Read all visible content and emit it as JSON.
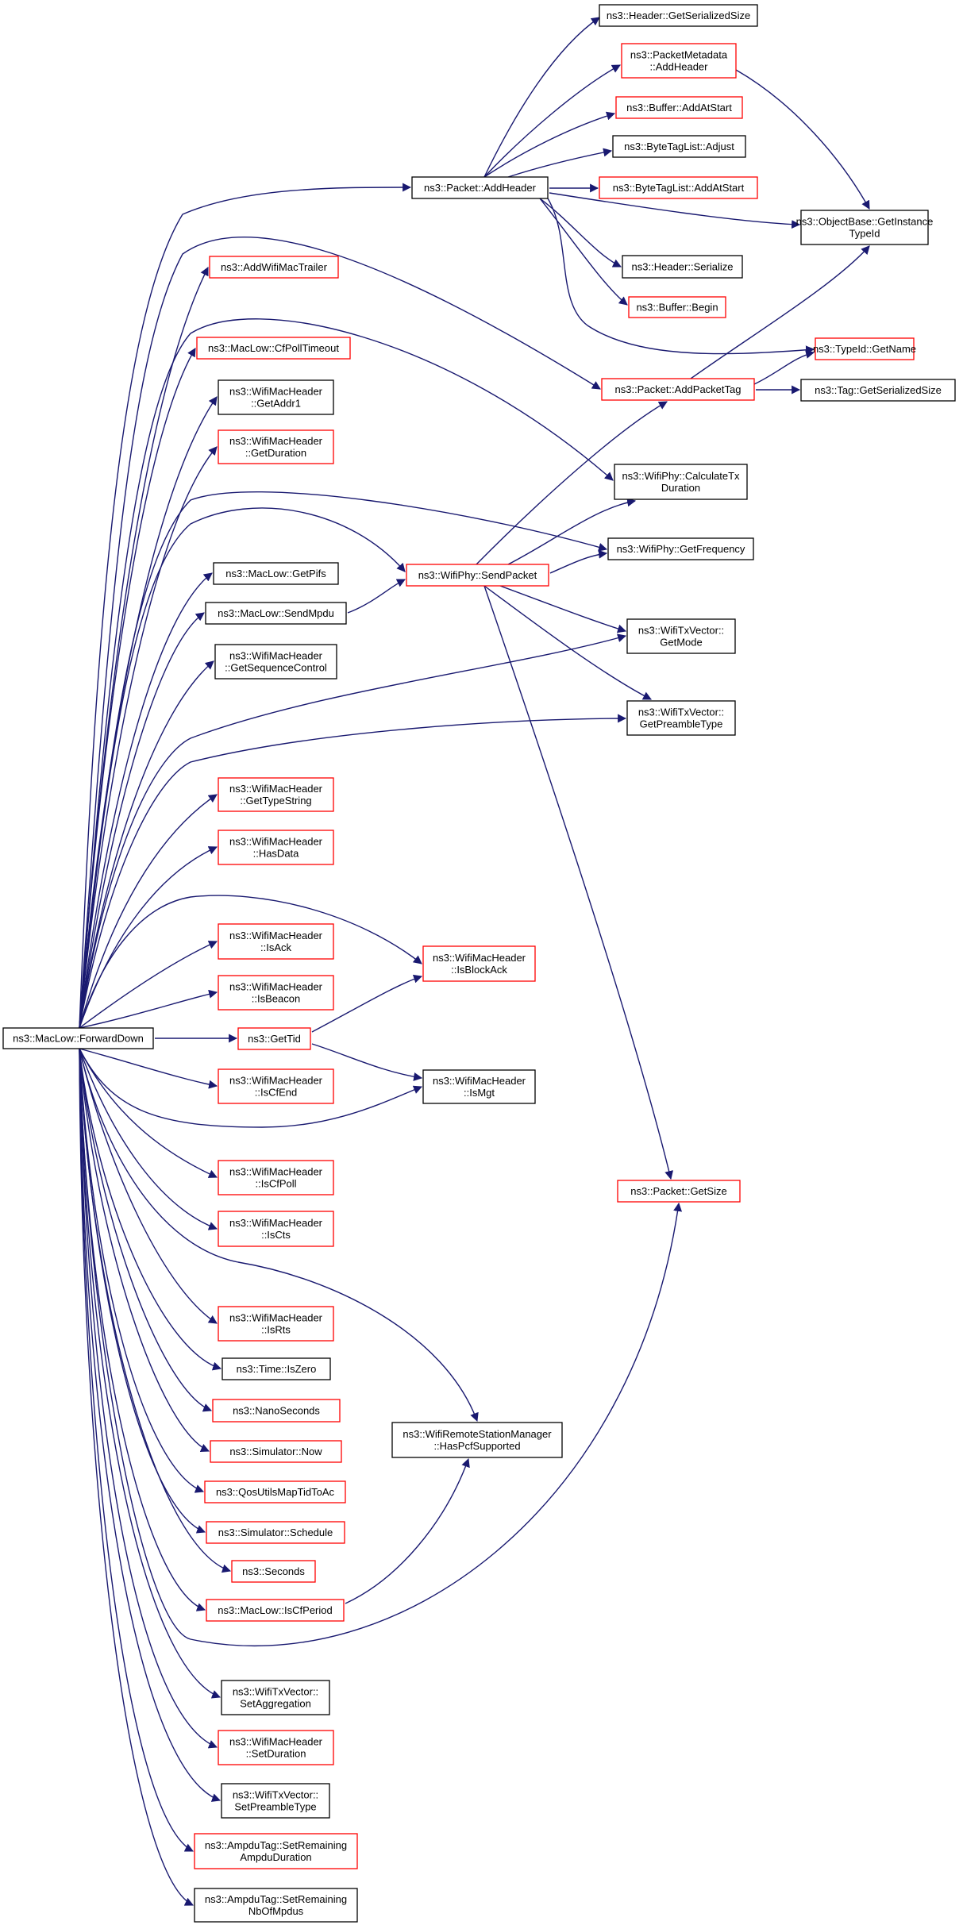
{
  "colors": {
    "edge": "#191970",
    "border_black": "#000000",
    "border_red": "#ff0000",
    "root_fill": "#bfbfbf",
    "background": "#ffffff"
  },
  "nodes": [
    {
      "id": "forwarddown",
      "lines": [
        "ns3::MacLow::ForwardDown"
      ],
      "border": "black",
      "root": true
    },
    {
      "id": "header_getserializedsize",
      "lines": [
        "ns3::Header::GetSerializedSize"
      ],
      "border": "black"
    },
    {
      "id": "packetmetadata_addheader",
      "lines": [
        "ns3::PacketMetadata",
        "::AddHeader"
      ],
      "border": "red"
    },
    {
      "id": "buffer_addatstart",
      "lines": [
        "ns3::Buffer::AddAtStart"
      ],
      "border": "red"
    },
    {
      "id": "bytetaglist_adjust",
      "lines": [
        "ns3::ByteTagList::Adjust"
      ],
      "border": "black"
    },
    {
      "id": "packet_addheader",
      "lines": [
        "ns3::Packet::AddHeader"
      ],
      "border": "black"
    },
    {
      "id": "bytetaglist_addatstart",
      "lines": [
        "ns3::ByteTagList::AddAtStart"
      ],
      "border": "red"
    },
    {
      "id": "objectbase_getinstancetypeid",
      "lines": [
        "ns3::ObjectBase::GetInstance",
        "TypeId"
      ],
      "border": "black"
    },
    {
      "id": "addwifimactrailer",
      "lines": [
        "ns3::AddWifiMacTrailer"
      ],
      "border": "red"
    },
    {
      "id": "header_serialize",
      "lines": [
        "ns3::Header::Serialize"
      ],
      "border": "black"
    },
    {
      "id": "buffer_begin",
      "lines": [
        "ns3::Buffer::Begin"
      ],
      "border": "red"
    },
    {
      "id": "maclow_cfpolltimeout",
      "lines": [
        "ns3::MacLow::CfPollTimeout"
      ],
      "border": "red"
    },
    {
      "id": "typeid_getname",
      "lines": [
        "ns3::TypeId::GetName"
      ],
      "border": "red"
    },
    {
      "id": "packet_addpackettag",
      "lines": [
        "ns3::Packet::AddPacketTag"
      ],
      "border": "red"
    },
    {
      "id": "tag_getserializedsize",
      "lines": [
        "ns3::Tag::GetSerializedSize"
      ],
      "border": "black"
    },
    {
      "id": "wifimacheader_getaddr1",
      "lines": [
        "ns3::WifiMacHeader",
        "::GetAddr1"
      ],
      "border": "black"
    },
    {
      "id": "wifimacheader_getduration",
      "lines": [
        "ns3::WifiMacHeader",
        "::GetDuration"
      ],
      "border": "red"
    },
    {
      "id": "wifiphy_calculatetxduration",
      "lines": [
        "ns3::WifiPhy::CalculateTx",
        "Duration"
      ],
      "border": "black"
    },
    {
      "id": "wifiphy_getfrequency",
      "lines": [
        "ns3::WifiPhy::GetFrequency"
      ],
      "border": "black"
    },
    {
      "id": "maclow_getpifs",
      "lines": [
        "ns3::MacLow::GetPifs"
      ],
      "border": "black"
    },
    {
      "id": "wifiphy_sendpacket",
      "lines": [
        "ns3::WifiPhy::SendPacket"
      ],
      "border": "red"
    },
    {
      "id": "maclow_sendmpdu",
      "lines": [
        "ns3::MacLow::SendMpdu"
      ],
      "border": "black"
    },
    {
      "id": "wifitxvector_getmode",
      "lines": [
        "ns3::WifiTxVector::",
        "GetMode"
      ],
      "border": "black"
    },
    {
      "id": "wifimacheader_getsequencecontrol",
      "lines": [
        "ns3::WifiMacHeader",
        "::GetSequenceControl"
      ],
      "border": "black"
    },
    {
      "id": "wifitxvector_getpreambletype",
      "lines": [
        "ns3::WifiTxVector::",
        "GetPreambleType"
      ],
      "border": "black"
    },
    {
      "id": "wifimacheader_gettypestring",
      "lines": [
        "ns3::WifiMacHeader",
        "::GetTypeString"
      ],
      "border": "red"
    },
    {
      "id": "wifimacheader_hasdata",
      "lines": [
        "ns3::WifiMacHeader",
        "::HasData"
      ],
      "border": "red"
    },
    {
      "id": "wifimacheader_isack",
      "lines": [
        "ns3::WifiMacHeader",
        "::IsAck"
      ],
      "border": "red"
    },
    {
      "id": "wifimacheader_isblockack",
      "lines": [
        "ns3::WifiMacHeader",
        "::IsBlockAck"
      ],
      "border": "red"
    },
    {
      "id": "wifimacheader_isbeacon",
      "lines": [
        "ns3::WifiMacHeader",
        "::IsBeacon"
      ],
      "border": "red"
    },
    {
      "id": "gettid",
      "lines": [
        "ns3::GetTid"
      ],
      "border": "red"
    },
    {
      "id": "wifimacheader_iscfend",
      "lines": [
        "ns3::WifiMacHeader",
        "::IsCfEnd"
      ],
      "border": "red"
    },
    {
      "id": "wifimacheader_ismgt",
      "lines": [
        "ns3::WifiMacHeader",
        "::IsMgt"
      ],
      "border": "black"
    },
    {
      "id": "wifimacheader_iscfpoll",
      "lines": [
        "ns3::WifiMacHeader",
        "::IsCfPoll"
      ],
      "border": "red"
    },
    {
      "id": "packet_getsize",
      "lines": [
        "ns3::Packet::GetSize"
      ],
      "border": "red"
    },
    {
      "id": "wifimacheader_iscts",
      "lines": [
        "ns3::WifiMacHeader",
        "::IsCts"
      ],
      "border": "red"
    },
    {
      "id": "wifimacheader_isrts",
      "lines": [
        "ns3::WifiMacHeader",
        "::IsRts"
      ],
      "border": "red"
    },
    {
      "id": "time_iszero",
      "lines": [
        "ns3::Time::IsZero"
      ],
      "border": "black"
    },
    {
      "id": "nanoseconds",
      "lines": [
        "ns3::NanoSeconds"
      ],
      "border": "red"
    },
    {
      "id": "wifiremotestationmanager_haspcfsupported",
      "lines": [
        "ns3::WifiRemoteStationManager",
        "::HasPcfSupported"
      ],
      "border": "black"
    },
    {
      "id": "simulator_now",
      "lines": [
        "ns3::Simulator::Now"
      ],
      "border": "red"
    },
    {
      "id": "qosutilsmaptidtoac",
      "lines": [
        "ns3::QosUtilsMapTidToAc"
      ],
      "border": "red"
    },
    {
      "id": "simulator_schedule",
      "lines": [
        "ns3::Simulator::Schedule"
      ],
      "border": "red"
    },
    {
      "id": "seconds",
      "lines": [
        "ns3::Seconds"
      ],
      "border": "red"
    },
    {
      "id": "maclow_iscfperiod",
      "lines": [
        "ns3::MacLow::IsCfPeriod"
      ],
      "border": "red"
    },
    {
      "id": "wifitxvector_setaggregation",
      "lines": [
        "ns3::WifiTxVector::",
        "SetAggregation"
      ],
      "border": "black"
    },
    {
      "id": "wifimacheader_setduration",
      "lines": [
        "ns3::WifiMacHeader",
        "::SetDuration"
      ],
      "border": "red"
    },
    {
      "id": "wifitxvector_setpreambletype",
      "lines": [
        "ns3::WifiTxVector::",
        "SetPreambleType"
      ],
      "border": "black"
    },
    {
      "id": "ampdutag_setremainingampduduration",
      "lines": [
        "ns3::AmpduTag::SetRemaining",
        "AmpduDuration"
      ],
      "border": "red"
    },
    {
      "id": "ampdutag_setremainingnbofmpdus",
      "lines": [
        "ns3::AmpduTag::SetRemaining",
        "NbOfMpdus"
      ],
      "border": "black"
    }
  ]
}
